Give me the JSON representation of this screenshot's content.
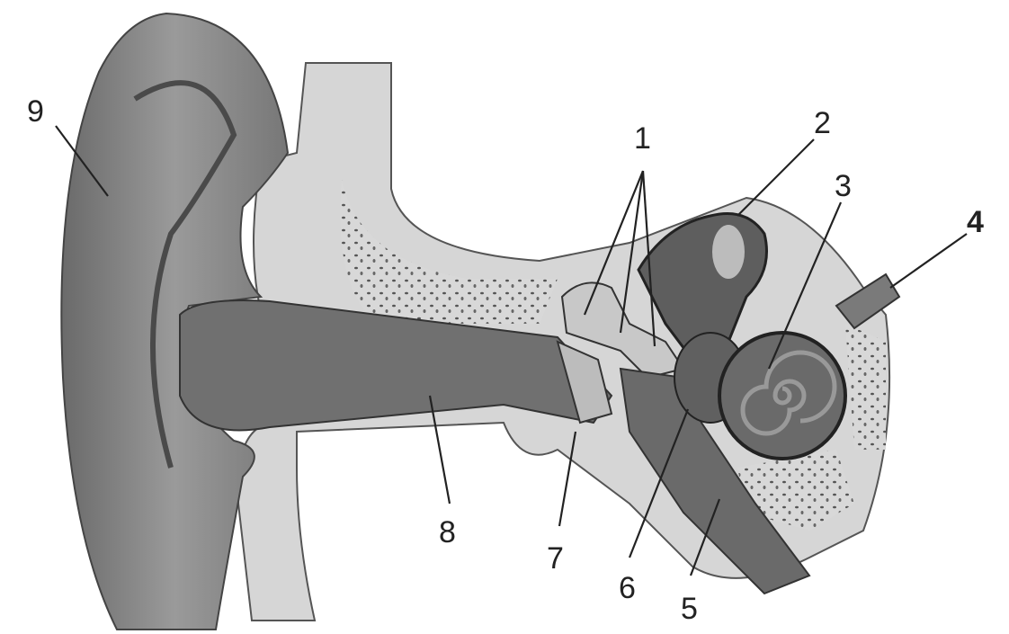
{
  "diagram": {
    "labels": [
      "1",
      "2",
      "3",
      "4",
      "5",
      "6",
      "7",
      "8",
      "9"
    ],
    "colors": {
      "skin": "#8a8a8a",
      "skin_dark": "#5a5a5a",
      "bone": "#dcdcdc",
      "inner": "#6e6e6e",
      "line": "#222222"
    }
  }
}
